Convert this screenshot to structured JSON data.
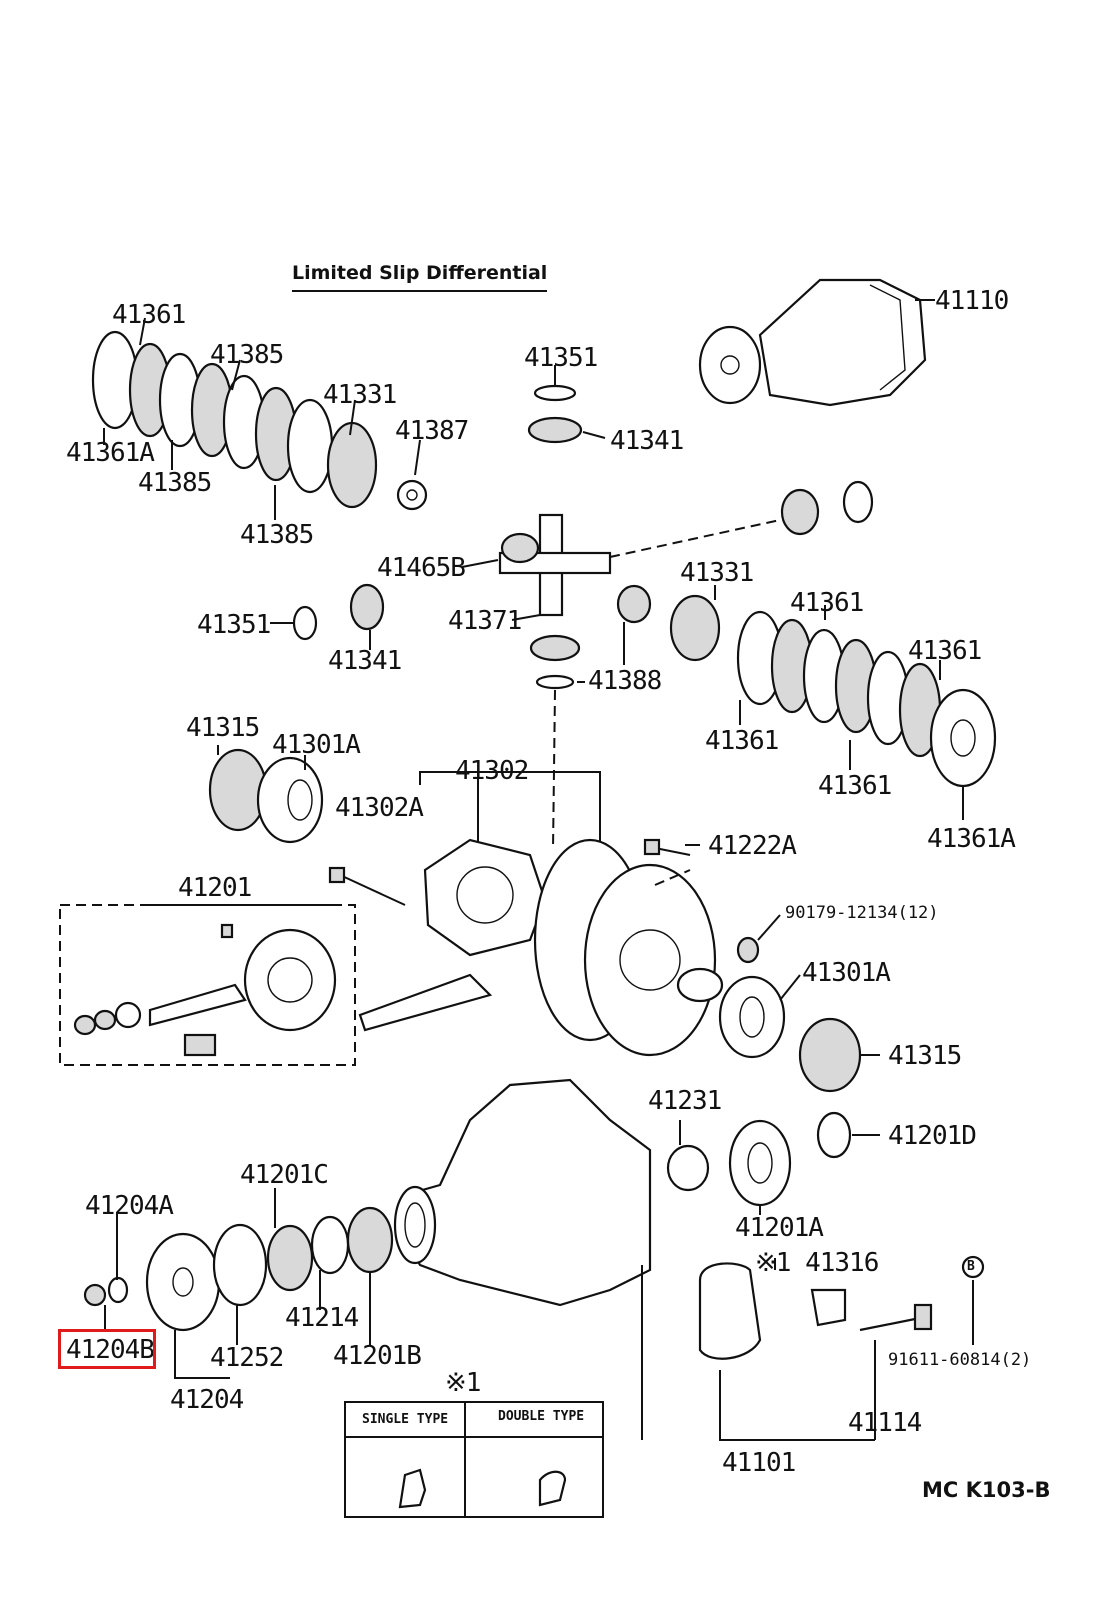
{
  "diagram": {
    "title": "Limited Slip Differential",
    "code": "MC K103-B",
    "note_marker": "※1",
    "note_table": {
      "single": "SINGLE TYPE",
      "double": "DOUBLE TYPE"
    },
    "highlighted_part": "41204B",
    "labels": {
      "p41361_a": "41361",
      "p41385_a": "41385",
      "p41331_a": "41331",
      "p41387": "41387",
      "p41361A_a": "41361A",
      "p41385_b": "41385",
      "p41385_c": "41385",
      "p41351_a": "41351",
      "p41341_a": "41341",
      "p41110": "41110",
      "p41465B": "41465B",
      "p41351_b": "41351",
      "p41341_b": "41341",
      "p41371": "41371",
      "p41388": "41388",
      "p41331_b": "41331",
      "p41361_b": "41361",
      "p41361_c": "41361",
      "p41361_d": "41361",
      "p41361_e": "41361",
      "p41361A_b": "41361A",
      "p41315_a": "41315",
      "p41301A_a": "41301A",
      "p41302": "41302",
      "p41302A": "41302A",
      "p41222A": "41222A",
      "p41201": "41201",
      "p90179": "90179-12134(12)",
      "p41301A_b": "41301A",
      "p41315_b": "41315",
      "p41231": "41231",
      "p41201D": "41201D",
      "p41201C": "41201C",
      "p41204A": "41204A",
      "p41201A": "41201A",
      "p41316": "※1 41316",
      "p41214": "41214",
      "p41201B": "41201B",
      "p41252": "41252",
      "p41204B": "41204B",
      "p41204": "41204",
      "p91611": "91611-60814(2)",
      "p41114": "41114",
      "p41101": "41101",
      "bolt_mark": "B"
    }
  }
}
